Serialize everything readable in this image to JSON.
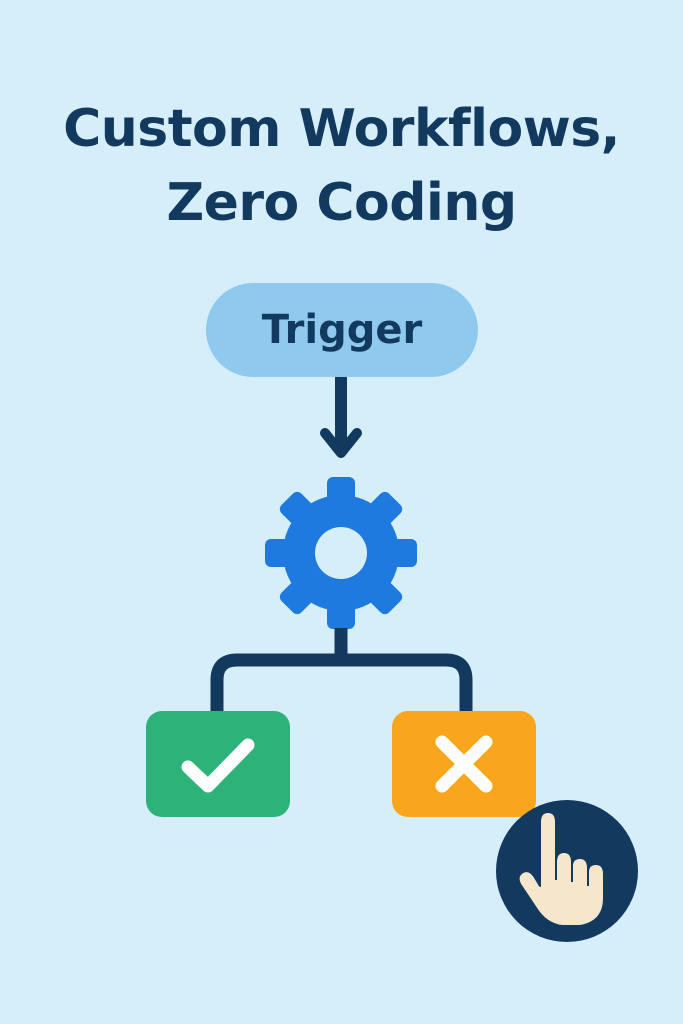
{
  "title": {
    "line1": "Custom Workflows,",
    "line2": "Zero Coding"
  },
  "trigger": {
    "label": "Trigger"
  },
  "nodes": {
    "process": {
      "icon": "gear-icon"
    },
    "success": {
      "icon": "checkmark-icon"
    },
    "failure": {
      "icon": "cross-icon"
    },
    "pointer": {
      "icon": "pointing-hand-icon"
    }
  },
  "colors": {
    "background": "#d6eef9",
    "title_text": "#123a5e",
    "trigger_pill": "#8fc9ee",
    "connector": "#123a5e",
    "gear": "#1f7ae0",
    "success": "#2db27a",
    "failure": "#f9a61e",
    "badge": "#123a5e",
    "hand": "#f6e6cc"
  }
}
